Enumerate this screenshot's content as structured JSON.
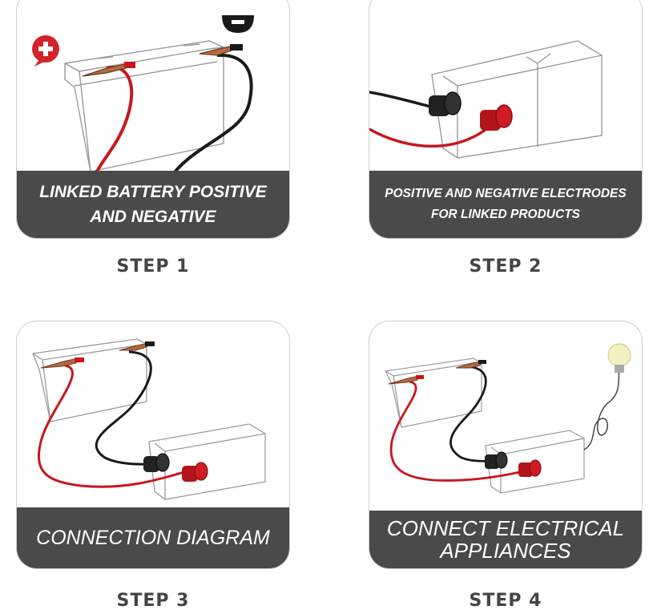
{
  "colors": {
    "caption_bg": "#4a4a4a",
    "positive": "#c8161d",
    "negative": "#1a1a1a",
    "line": "#9a9a9a"
  },
  "icons": {
    "positive": "plus-badge-icon",
    "negative": "minus-badge-icon",
    "bulb": "light-bulb-icon"
  },
  "steps": [
    {
      "caption": "LINKED BATTERY POSITIVE\nAND NEGATIVE",
      "label": "STEP 1"
    },
    {
      "caption": "POSITIVE AND NEGATIVE ELECTRODES\nFOR LINKED PRODUCTS",
      "label": "STEP 2"
    },
    {
      "caption": "CONNECTION DIAGRAM",
      "label": "STEP 3"
    },
    {
      "caption": "CONNECT ELECTRICAL\nAPPLIANCES",
      "label": "STEP 4"
    }
  ]
}
